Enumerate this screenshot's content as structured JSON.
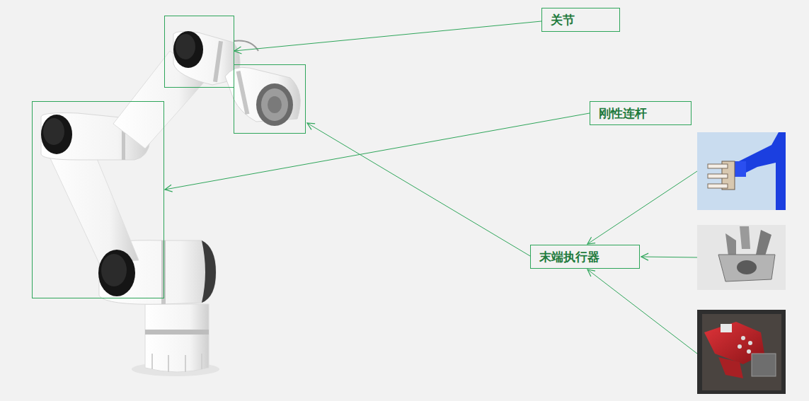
{
  "diagram": {
    "nodes": [
      {
        "text": [
          "关节"
        ]
      },
      {
        "text": [
          "刚性连杆"
        ]
      },
      {
        "text": [
          "末端执行器"
        ]
      }
    ]
  }
}
